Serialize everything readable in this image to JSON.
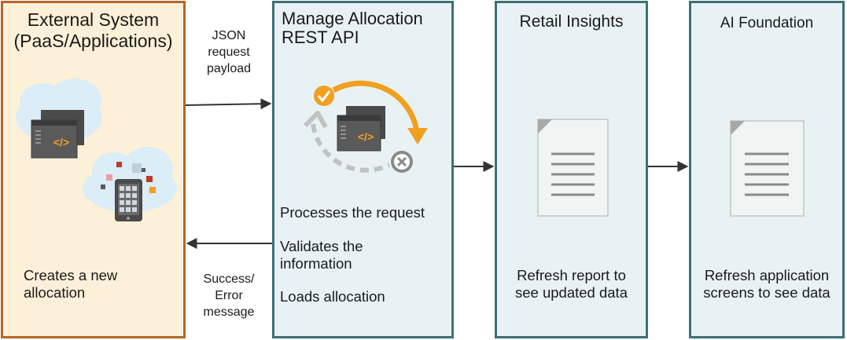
{
  "external": {
    "title_line1": "External System",
    "title_line2": "(PaaS/Applications)",
    "description_line1": "Creates a new",
    "description_line2": "allocation",
    "code_symbol": "</>"
  },
  "request_arrow": {
    "line1": "JSON",
    "line2": "request",
    "line3": "payload"
  },
  "response_arrow": {
    "line1": "Success/",
    "line2": "Error",
    "line3": "message"
  },
  "manage": {
    "title_line1": "Manage Allocation",
    "title_line2": "REST API",
    "step1": "Processes the request",
    "step2_line1": "Validates the",
    "step2_line2": "information",
    "step3": "Loads allocation",
    "code_symbol": "</>"
  },
  "retail": {
    "title": "Retail Insights",
    "description_line1": "Refresh report to",
    "description_line2": "see updated data"
  },
  "ai": {
    "title": "AI Foundation",
    "description_line1": "Refresh application",
    "description_line2": "screens to see data"
  },
  "colors": {
    "external_fill": "#fdf0d8",
    "external_border": "#b2672a",
    "panel_fill": "#e8f2f4",
    "panel_border": "#3f6f77",
    "accent_orange": "#f0a020"
  },
  "icons": [
    "cloud-icon",
    "code-window-icon",
    "tablet-icon",
    "refresh-cycle-icon",
    "check-icon",
    "error-x-icon",
    "document-icon"
  ]
}
